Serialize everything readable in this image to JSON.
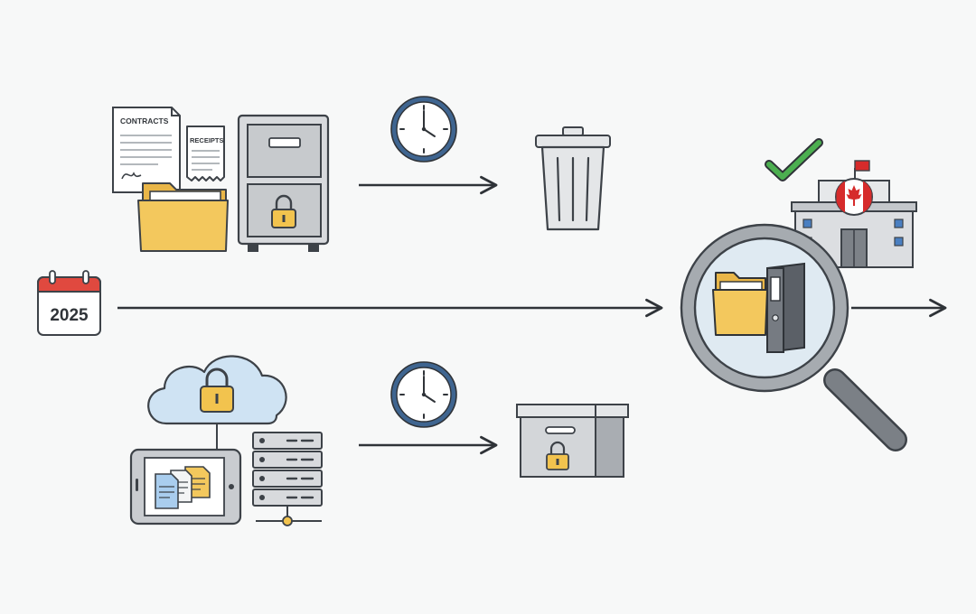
{
  "documents": {
    "contracts_label": "CONTRACTS",
    "receipts_label": "RECEIPTS"
  },
  "timeline": {
    "year": "2025"
  },
  "icons": [
    "contracts-document-icon",
    "receipts-document-icon",
    "folder-icon",
    "locked-filing-cabinet-icon",
    "clock-icon",
    "trash-can-icon",
    "calendar-icon",
    "magnifying-glass-icon",
    "binder-icon",
    "checkmark-icon",
    "canadian-government-building-icon",
    "canada-flag-icon",
    "cloud-lock-icon",
    "tablet-documents-icon",
    "server-rack-icon",
    "locked-storage-box-icon"
  ],
  "colors": {
    "outline": "#3d4248",
    "arrow": "#2f3338",
    "folder": "#f3c85d",
    "lock": "#f2c34e",
    "cabinet": "#d8dadd",
    "calendar_red": "#e0493f",
    "check_green": "#4caf50",
    "flag_red": "#d62b2b",
    "cloud_blue": "#cfe3f3",
    "lens_tint": "#dfeaf2",
    "background": "#f7f8f8"
  }
}
